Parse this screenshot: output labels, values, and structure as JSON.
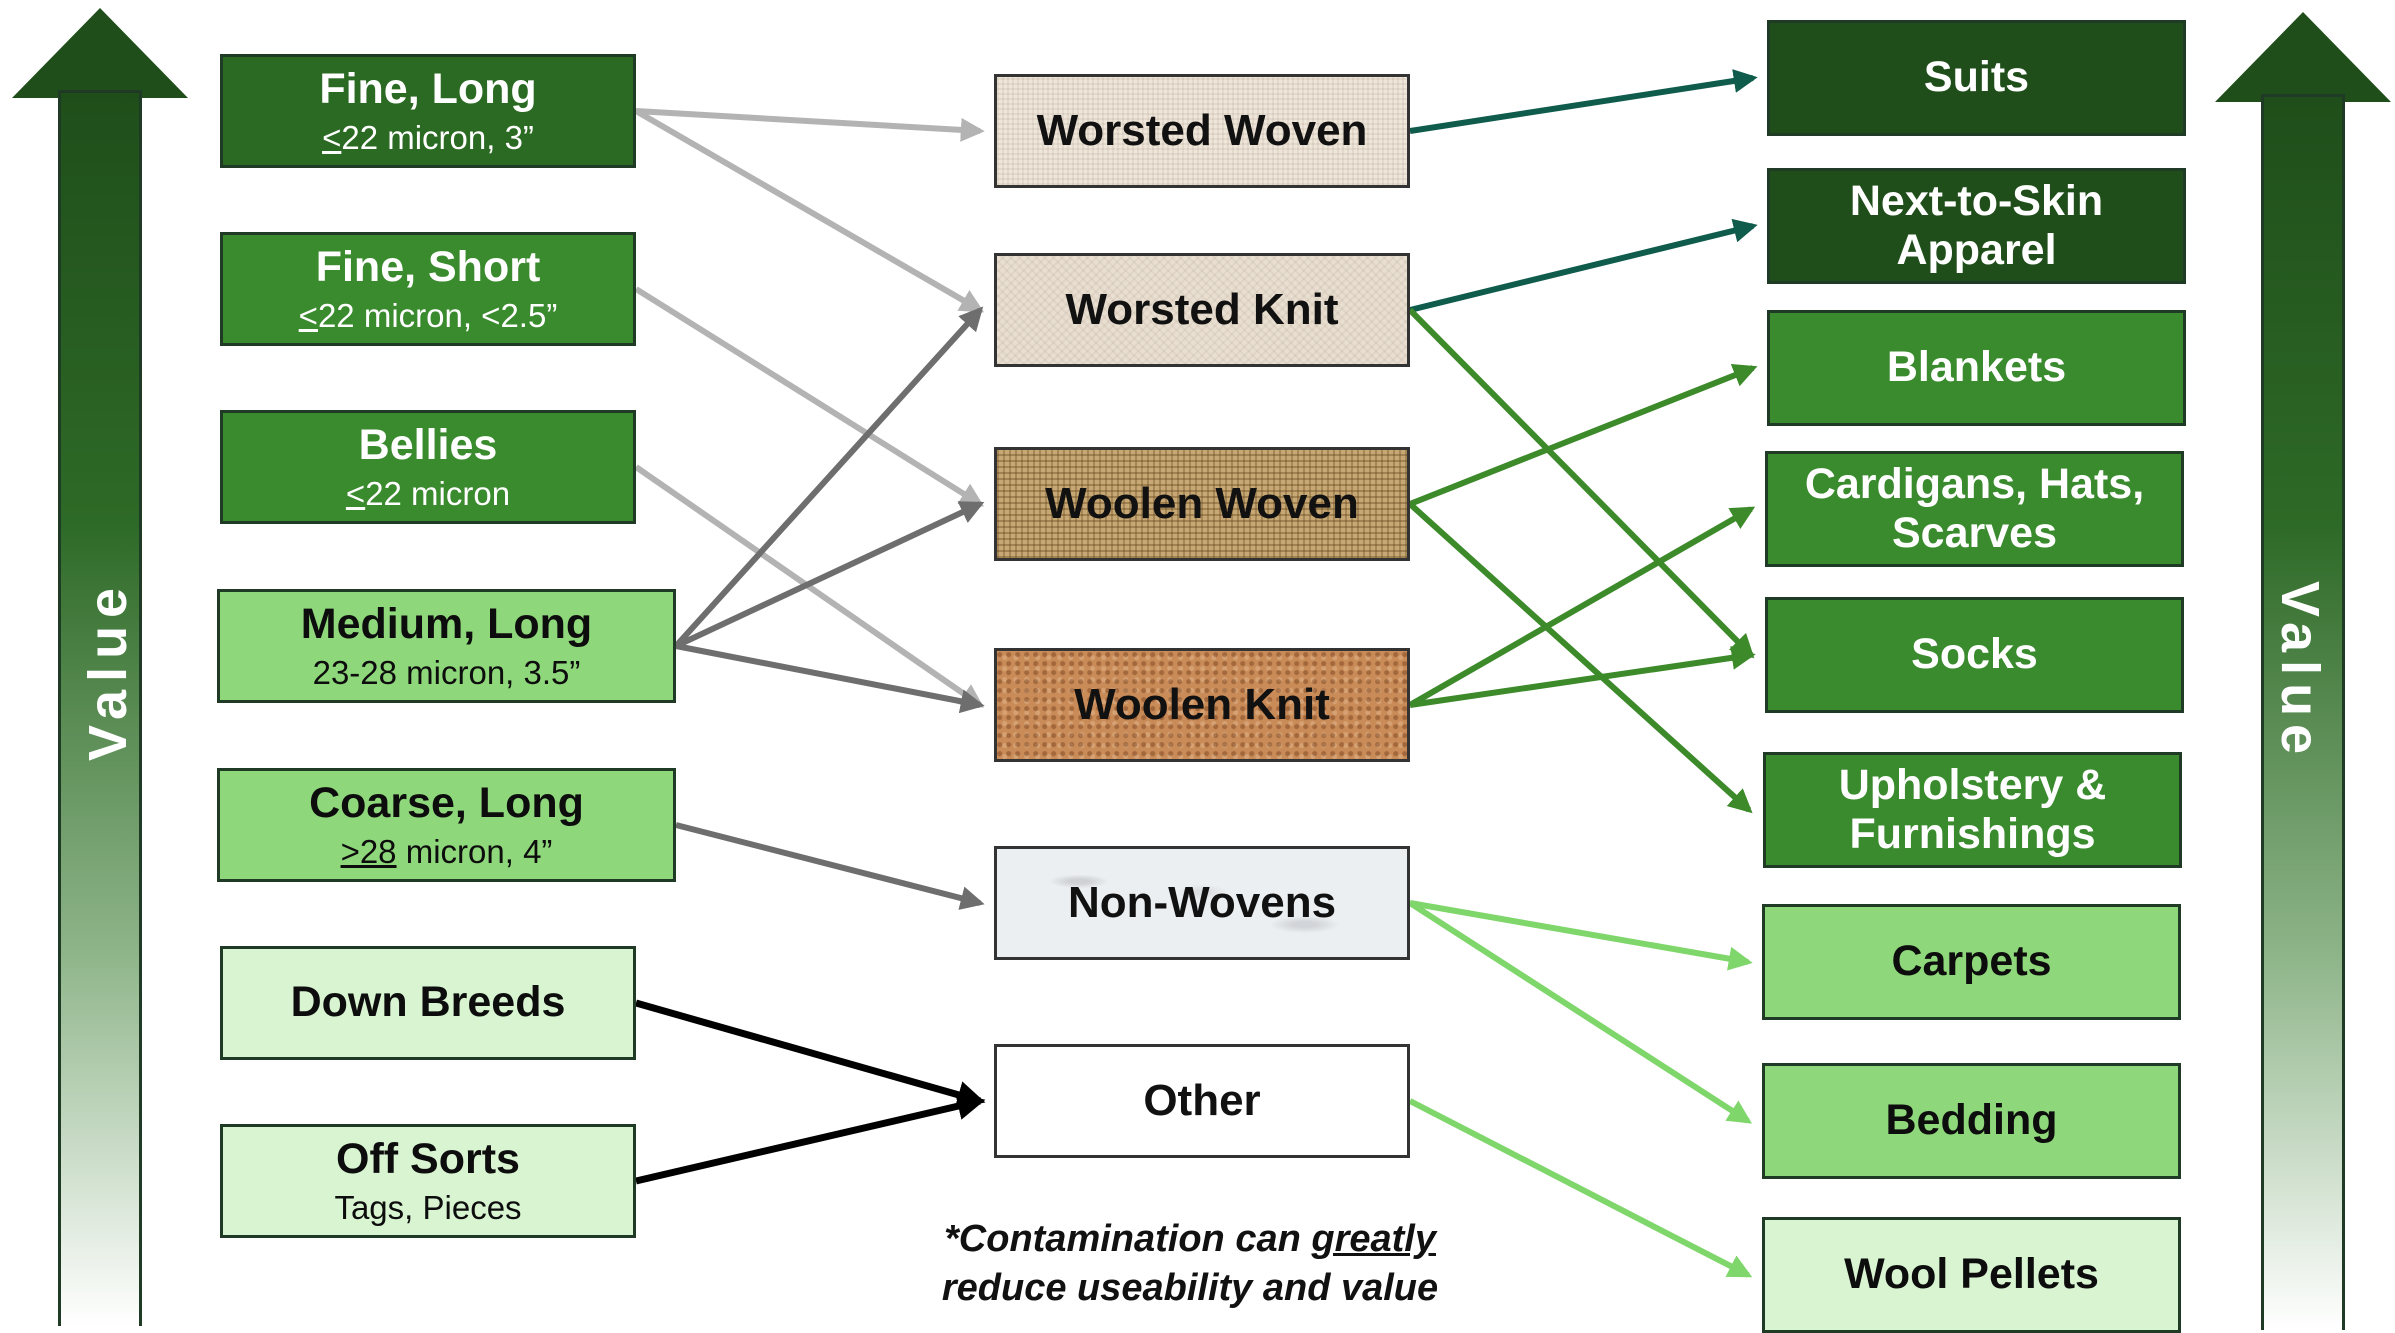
{
  "sources": [
    {
      "id": "fine-long",
      "title": "Fine, Long",
      "detail_sym": "<",
      "detail_rest": "22 micron, 3”"
    },
    {
      "id": "fine-short",
      "title": "Fine, Short",
      "detail_sym": "<",
      "detail_rest": "22 micron, <2.5”"
    },
    {
      "id": "bellies",
      "title": "Bellies",
      "detail_sym": "<",
      "detail_rest": "22 micron"
    },
    {
      "id": "medium-long",
      "title": "Medium, Long",
      "detail_sym": "",
      "detail_rest": "23-28 micron, 3.5”"
    },
    {
      "id": "coarse-long",
      "title": "Coarse, Long",
      "detail_sym": ">28",
      "detail_rest": " micron, 4”"
    },
    {
      "id": "down-breeds",
      "title": "Down Breeds",
      "detail_sym": "",
      "detail_rest": ""
    },
    {
      "id": "off-sorts",
      "title": "Off Sorts",
      "detail_sym": "",
      "detail_rest": "Tags, Pieces"
    }
  ],
  "processes": [
    {
      "id": "worsted-woven",
      "label": "Worsted Woven"
    },
    {
      "id": "worsted-knit",
      "label": "Worsted Knit"
    },
    {
      "id": "woolen-woven",
      "label": "Woolen Woven"
    },
    {
      "id": "woolen-knit",
      "label": "Woolen Knit"
    },
    {
      "id": "non-wovens",
      "label": "Non-Wovens"
    },
    {
      "id": "other",
      "label": "Other"
    }
  ],
  "products": [
    {
      "id": "suits",
      "line1": "Suits",
      "line2": ""
    },
    {
      "id": "next-to-skin",
      "line1": "Next-to-Skin",
      "line2": "Apparel"
    },
    {
      "id": "blankets",
      "line1": "Blankets",
      "line2": ""
    },
    {
      "id": "cardigans",
      "line1": "Cardigans, Hats,",
      "line2": "Scarves"
    },
    {
      "id": "socks",
      "line1": "Socks",
      "line2": ""
    },
    {
      "id": "upholstery",
      "line1": "Upholstery &",
      "line2": "Furnishings"
    },
    {
      "id": "carpets",
      "line1": "Carpets",
      "line2": ""
    },
    {
      "id": "bedding",
      "line1": "Bedding",
      "line2": ""
    },
    {
      "id": "wool-pellets",
      "line1": "Wool Pellets",
      "line2": ""
    }
  ],
  "value_label_left": "Value",
  "value_label_right": "Value",
  "note": {
    "prefix": "*Contamination can ",
    "emphasis": "greatly",
    "line2": "reduce useability and value"
  },
  "colors": {
    "dark_green": "#2b6a22",
    "mid_green": "#3a8a2e",
    "light_green": "#8ed77a",
    "pale_green": "#d8f4d1",
    "deep_green": "#1f4e1a",
    "arrow_light_gray": "#b3b3b3",
    "arrow_dark_gray": "#6e6e6e",
    "arrow_black": "#000000",
    "arrow_teal": "#0f5b4c",
    "arrow_green": "#3c8a2a",
    "arrow_light_green": "#7fd66b"
  },
  "connections": [
    {
      "from": "fine-long",
      "to": "worsted-woven"
    },
    {
      "from": "fine-long",
      "to": "worsted-knit"
    },
    {
      "from": "fine-short",
      "to": "woolen-woven"
    },
    {
      "from": "bellies",
      "to": "woolen-knit"
    },
    {
      "from": "medium-long",
      "to": "worsted-knit"
    },
    {
      "from": "medium-long",
      "to": "woolen-woven"
    },
    {
      "from": "medium-long",
      "to": "woolen-knit"
    },
    {
      "from": "coarse-long",
      "to": "non-wovens"
    },
    {
      "from": "down-breeds",
      "to": "other"
    },
    {
      "from": "off-sorts",
      "to": "other"
    },
    {
      "from": "worsted-woven",
      "to": "suits"
    },
    {
      "from": "worsted-knit",
      "to": "next-to-skin"
    },
    {
      "from": "worsted-knit",
      "to": "socks"
    },
    {
      "from": "woolen-woven",
      "to": "blankets"
    },
    {
      "from": "woolen-woven",
      "to": "upholstery"
    },
    {
      "from": "woolen-knit",
      "to": "cardigans"
    },
    {
      "from": "woolen-knit",
      "to": "socks"
    },
    {
      "from": "non-wovens",
      "to": "carpets"
    },
    {
      "from": "non-wovens",
      "to": "bedding"
    },
    {
      "from": "other",
      "to": "wool-pellets"
    }
  ]
}
